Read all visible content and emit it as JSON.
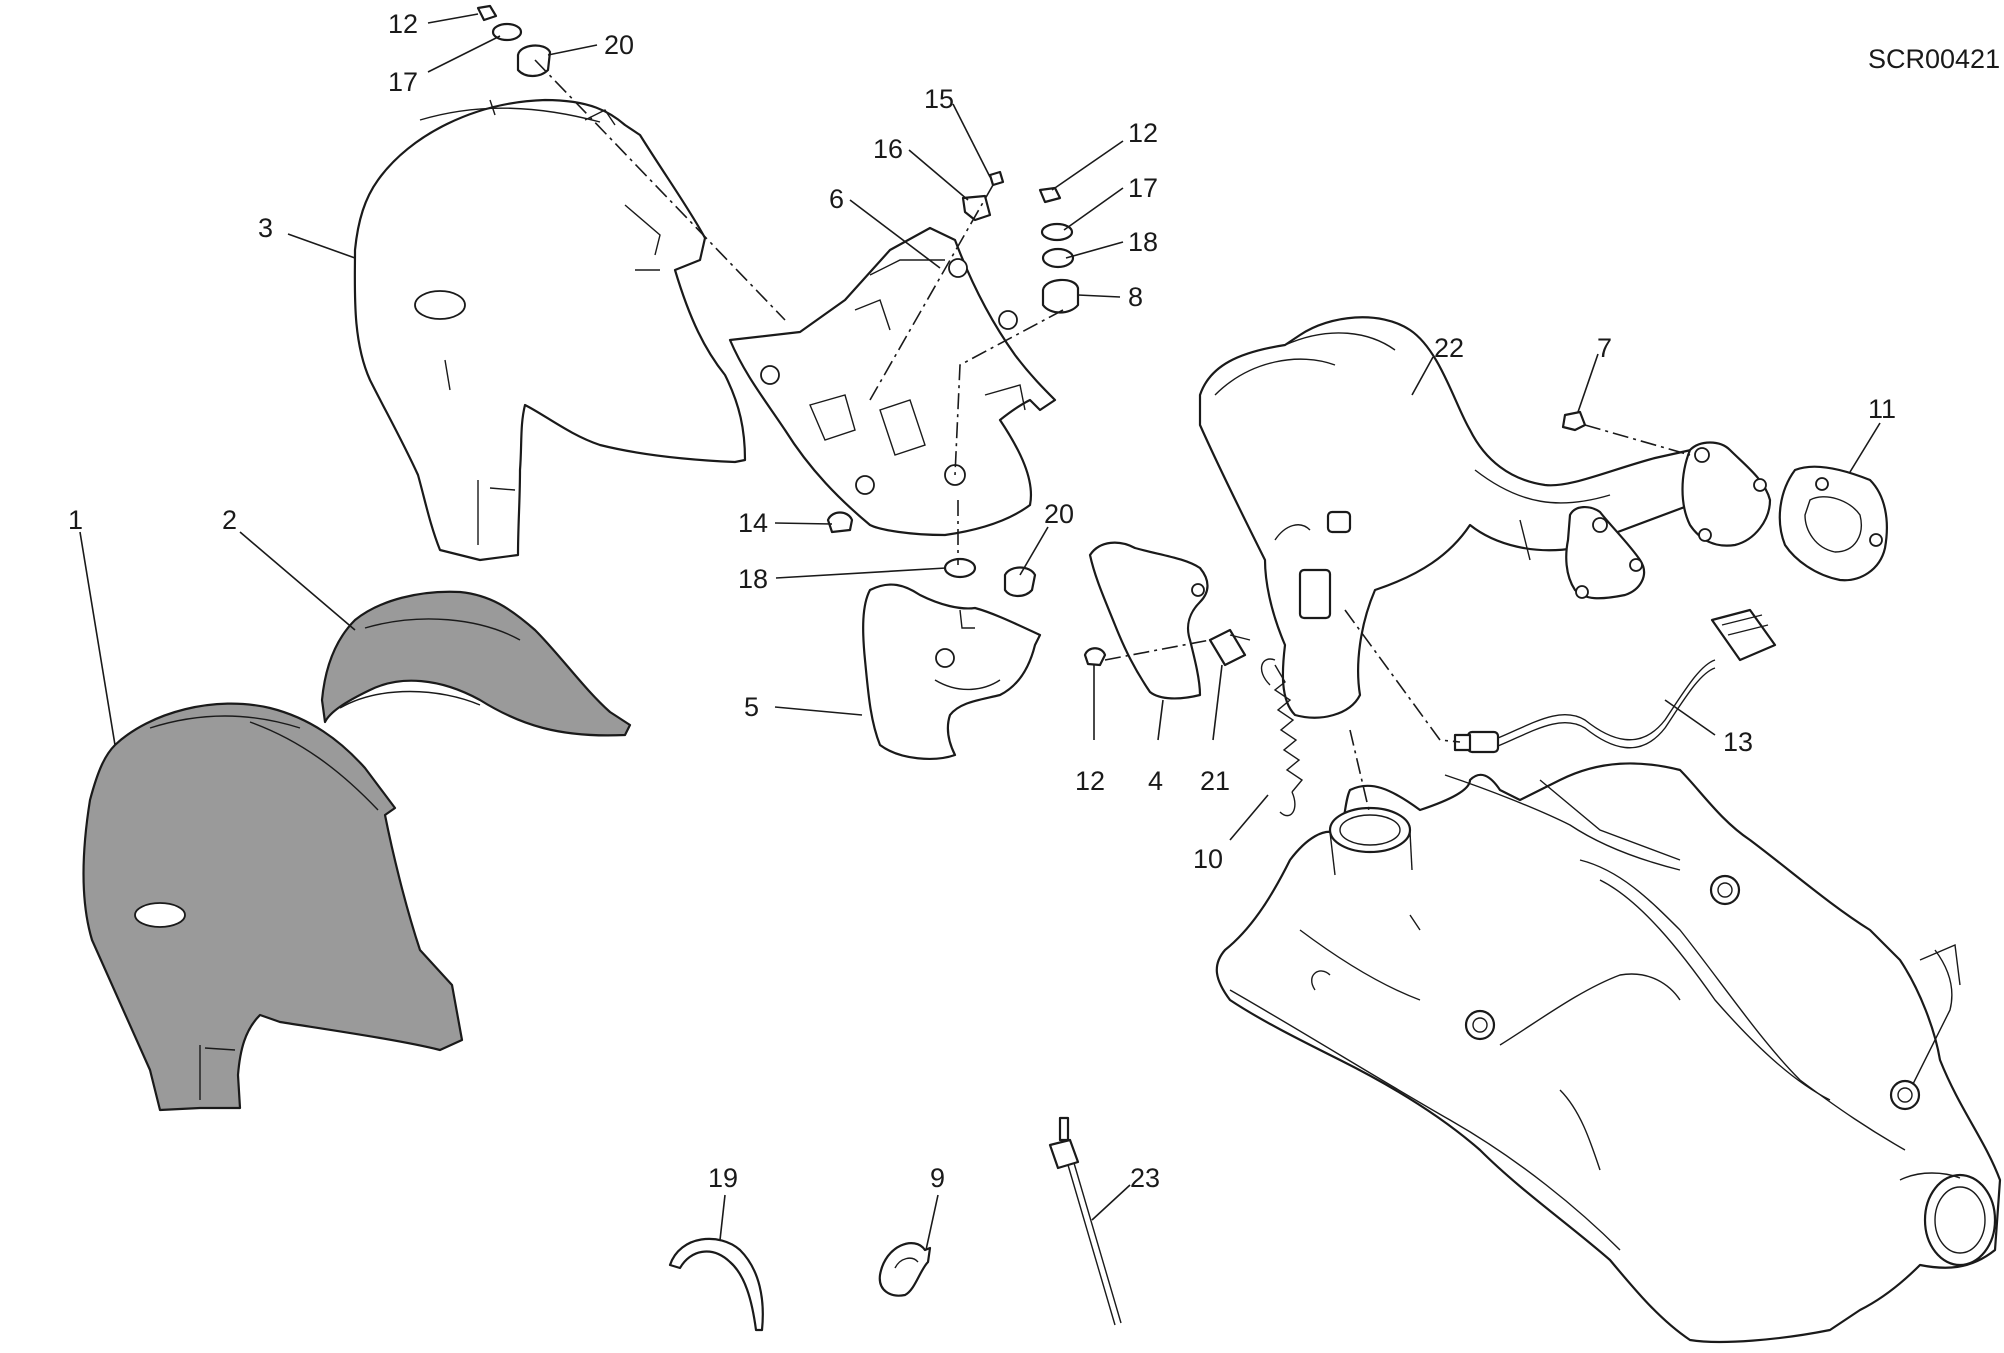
{
  "drawing_code": "SCR00421",
  "callouts": {
    "c1": "1",
    "c2": "2",
    "c3": "3",
    "c4": "4",
    "c5": "5",
    "c6": "6",
    "c7": "7",
    "c8": "8",
    "c9": "9",
    "c10": "10",
    "c11": "11",
    "c12a": "12",
    "c12b": "12",
    "c12c": "12",
    "c13": "13",
    "c14": "14",
    "c15": "15",
    "c16": "16",
    "c17a": "17",
    "c17b": "17",
    "c18a": "18",
    "c18b": "18",
    "c19": "19",
    "c20a": "20",
    "c20b": "20",
    "c21": "21",
    "c22": "22",
    "c23": "23"
  }
}
